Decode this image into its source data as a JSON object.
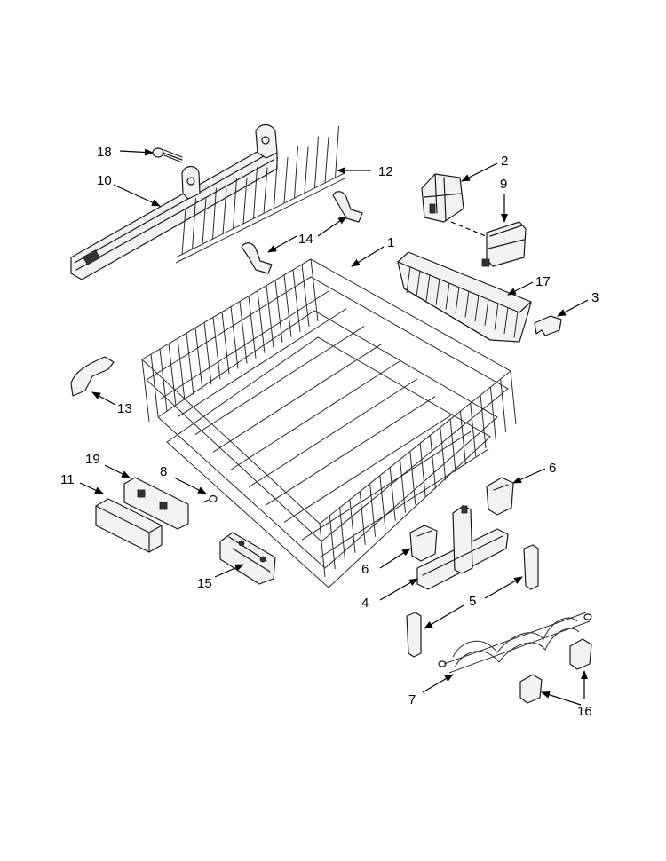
{
  "callouts": [
    {
      "id": "c18",
      "text": "18"
    },
    {
      "id": "c10",
      "text": "10"
    },
    {
      "id": "c12",
      "text": "12"
    },
    {
      "id": "c2",
      "text": "2"
    },
    {
      "id": "c9",
      "text": "9"
    },
    {
      "id": "c14",
      "text": "14"
    },
    {
      "id": "c1",
      "text": "1"
    },
    {
      "id": "c17",
      "text": "17"
    },
    {
      "id": "c3",
      "text": "3"
    },
    {
      "id": "c13",
      "text": "13"
    },
    {
      "id": "c19",
      "text": "19"
    },
    {
      "id": "c8",
      "text": "8"
    },
    {
      "id": "c11",
      "text": "11"
    },
    {
      "id": "c6a",
      "text": "6"
    },
    {
      "id": "c6b",
      "text": "6"
    },
    {
      "id": "c15",
      "text": "15"
    },
    {
      "id": "c4",
      "text": "4"
    },
    {
      "id": "c5",
      "text": "5"
    },
    {
      "id": "c7",
      "text": "7"
    },
    {
      "id": "c16",
      "text": "16"
    }
  ]
}
